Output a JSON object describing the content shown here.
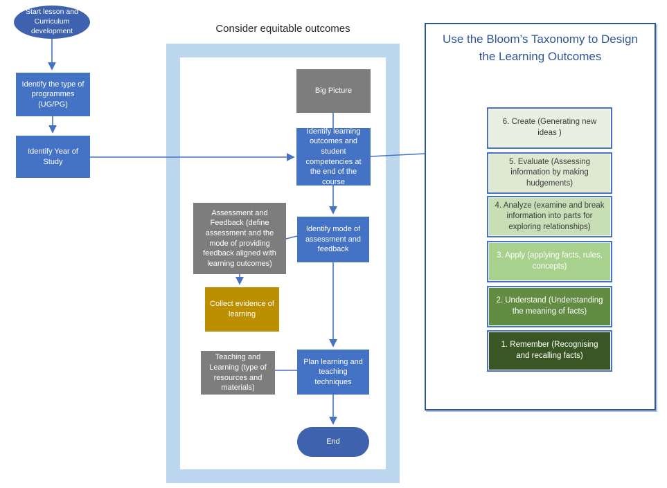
{
  "colors": {
    "accent_blue": "#4472C4",
    "terminal_blue": "#3E62AD",
    "gray_box": "#7D7D7D",
    "gold_box": "#BC8F00",
    "container_fill": "#BDD7EE",
    "panel_border": "#2F5597",
    "level6_bg": "#E9F0E2",
    "level5_bg": "#DFE9D2",
    "level4_bg": "#C8DFB6",
    "level3_bg": "#A9D18E",
    "level2_bg": "#618C42",
    "level1_bg": "#3A5624"
  },
  "flow": {
    "start_label": "Start lesson and Curriculum development",
    "identify_type_label": "Identify the type of programmes (UG/PG)",
    "identify_year_label": "Identify Year of Study",
    "container_title": "Consider equitable outcomes",
    "big_picture_label": "Big Picture",
    "identify_outcomes_label": "Identify learning outcomes and student competencies at the end of the course",
    "assessment_feedback_label": "Assessment and Feedback (define assessment and the mode of providing feedback aligned with learning outcomes)",
    "identify_mode_label": "Identify mode of assessment and feedback",
    "collect_evidence_label": "Collect evidence of learning",
    "teaching_learning_label": "Teaching and Learning (type of resources and materials)",
    "plan_learning_label": "Plan learning and teaching techniques",
    "end_label": "End"
  },
  "bloom": {
    "title": "Use the Bloom’s Taxonomy to Design the Learning Outcomes",
    "levels": [
      {
        "label": "6. Create (Generating new ideas )"
      },
      {
        "label": "5. Evaluate (Assessing information by making hudgements)"
      },
      {
        "label": "4. Analyze (examine and break information into parts for exploring relationships)"
      },
      {
        "label": "3. Apply (applying facts, rules, concepts)"
      },
      {
        "label": "2. Understand (Understanding the meaning of facts)"
      },
      {
        "label": "1. Remember (Recognising and recalling facts)"
      }
    ]
  }
}
